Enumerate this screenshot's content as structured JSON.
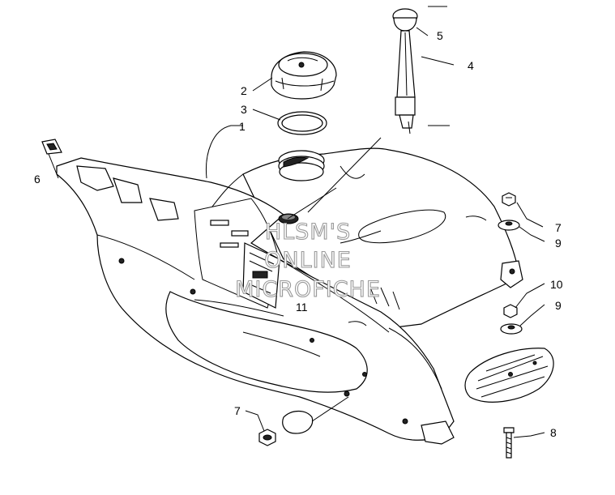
{
  "callouts": {
    "c1": "1",
    "c2": "2",
    "c3": "3",
    "c4": "4",
    "c5": "5",
    "c6": "6",
    "c7a": "7",
    "c7b": "7",
    "c8": "8",
    "c9a": "9",
    "c9b": "9",
    "c10": "10",
    "c11": "11"
  },
  "watermark": {
    "line1": "HLSM'S",
    "line2": "ONLINE",
    "line3": "MICROFICHE"
  },
  "colors": {
    "ink": "#000000",
    "shade": "#d0d0d0",
    "watermark_stroke": "#9a9a9a"
  }
}
